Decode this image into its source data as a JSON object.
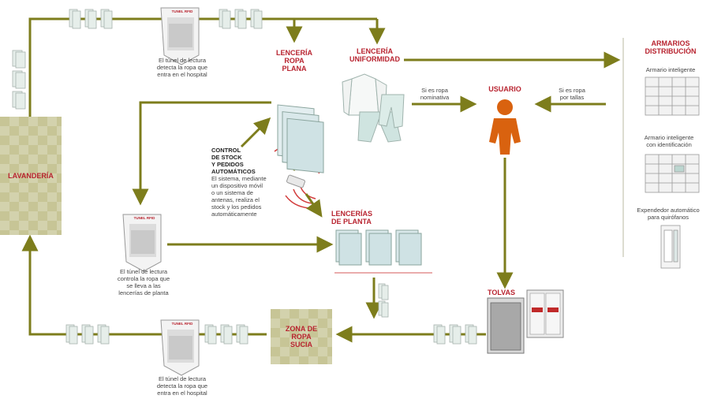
{
  "lavanderia": {
    "label": "LAVANDERÍA"
  },
  "zona_sucia": {
    "label": "ZONA DE\nROPA\nSUCIA"
  },
  "lenceria_plana": {
    "label": "LENCERÍA\nROPA\nPLANA"
  },
  "lenceria_uniformidad": {
    "label": "LENCERÍA\nUNIFORMIDAD"
  },
  "lencerias_planta": {
    "label": "LENCERÍAS\nDE PLANTA"
  },
  "usuario": {
    "label": "USUARIO"
  },
  "tolvas": {
    "label": "TOLVAS"
  },
  "armarios": {
    "title": "ARMARIOS\nDISTRIBUCIÓN",
    "items": [
      {
        "label": "Armario inteligente"
      },
      {
        "label": "Armario inteligente\ncon identificación"
      },
      {
        "label": "Expendedor automático\npara quirófanos"
      }
    ]
  },
  "tunnels": {
    "top": "El túnel de lectura\ndetecta la ropa que\nentra en el hospital",
    "middle": "El túnel de lectura\ncontrola la ropa que\nse lleva a las\nlencerías de planta",
    "bottom": "El túnel de lectura\ndetecta la ropa que\nentra en el hospital"
  },
  "control_stock": {
    "title": "CONTROL\nDE STOCK\nY PEDIDOS\nAUTOMÁTICOS",
    "text": "El sistema, mediante\nun dispositivo móvil\no un sistema de\nantenas, realiza el\nstock y los pedidos\nautomáticamente"
  },
  "arrows": {
    "nominativa": "Si es ropa\nnominativa",
    "tallas": "Si es ropa\npor tallas"
  },
  "tunnel_sign": "TUNEL RFID",
  "colors": {
    "flow": "#7d7d1c",
    "accent": "#b8232f",
    "zone": "#c7c596",
    "person": "#d9620f"
  }
}
